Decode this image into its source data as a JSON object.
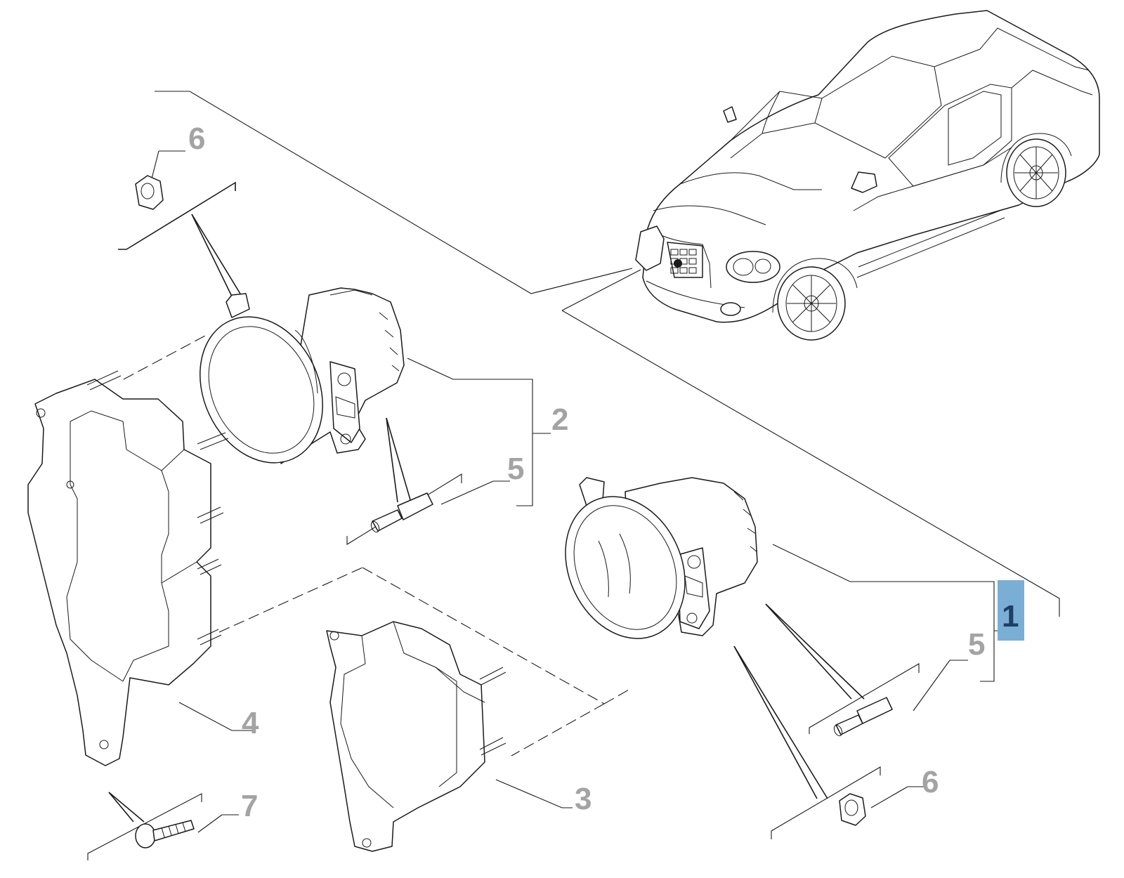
{
  "callouts": [
    {
      "id": "c6a",
      "label": "6"
    },
    {
      "id": "c2",
      "label": "2"
    },
    {
      "id": "c5a",
      "label": "5"
    },
    {
      "id": "c1",
      "label": "1",
      "highlighted": true
    },
    {
      "id": "c5b",
      "label": "5"
    },
    {
      "id": "c4",
      "label": "4"
    },
    {
      "id": "c7",
      "label": "7"
    },
    {
      "id": "c3",
      "label": "3"
    },
    {
      "id": "c6b",
      "label": "6"
    }
  ],
  "colors": {
    "callout_text": "#a3a3a3",
    "highlight_fill": "#7aaed4",
    "highlight_text": "#1f3f66",
    "line": "#1a1a1a"
  }
}
